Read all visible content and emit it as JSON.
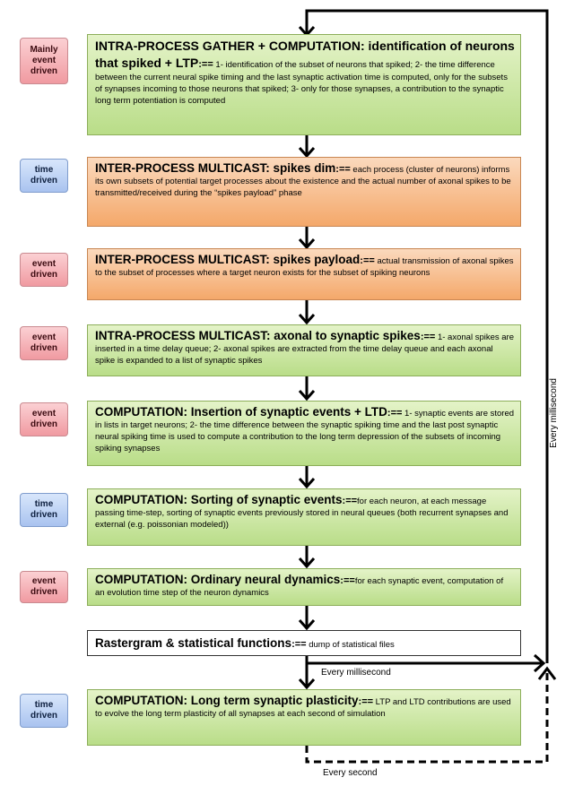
{
  "steps": [
    {
      "tag": "Mainly\nevent\ndriven",
      "tag_kind": "event",
      "title": "INTRA-PROCESS GATHER + COMPUTATION: identification of neurons that spiked + LTP",
      "sep": ":==",
      "desc": " 1- identification of the subset of neurons that spiked; 2- the time difference between the current neural spike timing and the last synaptic activation time is computed, only for the subsets of synapses incoming to those neurons that spiked; 3- only for those synapses, a contribution to the synaptic long term potentiation is computed"
    },
    {
      "tag": "time\ndriven",
      "tag_kind": "time",
      "title": "INTER-PROCESS MULTICAST: spikes dim",
      "sep": ":==",
      "desc": " each process (cluster of neurons) informs its own subsets of potential target processes about the existence and the actual number of axonal spikes to be transmitted/received during the “spikes payload” phase"
    },
    {
      "tag": "event\ndriven",
      "tag_kind": "event",
      "title": "INTER-PROCESS MULTICAST: spikes payload",
      "sep": ":==",
      "desc": " actual transmission of axonal spikes to the subset of processes where a target neuron exists for the subset of spiking neurons"
    },
    {
      "tag": "event\ndriven",
      "tag_kind": "event",
      "title": "INTRA-PROCESS MULTICAST: axonal to synaptic spikes",
      "sep": ":==",
      "desc": " 1- axonal spikes are inserted in a time delay queue; 2- axonal spikes are extracted from the time delay queue and each axonal spike is expanded to a list of synaptic spikes"
    },
    {
      "tag": "event\ndriven",
      "tag_kind": "event",
      "title": "COMPUTATION: Insertion of synaptic events + LTD",
      "sep": ":==",
      "desc": " 1- synaptic events are stored in lists in target neurons; 2- the time difference between the synaptic spiking time and the last post synaptic neural spiking time is used to compute a contribution to the long term depression of the subsets of incoming spiking synapses"
    },
    {
      "tag": "time\ndriven",
      "tag_kind": "time",
      "title": "COMPUTATION: Sorting of synaptic events",
      "sep": ":==",
      "desc": "for each neuron, at each message passing time-step, sorting of synaptic events previously stored in neural queues (both recurrent synapses and external (e.g. poissonian modeled))"
    },
    {
      "tag": "event\ndriven",
      "tag_kind": "event",
      "title": "COMPUTATION: Ordinary neural dynamics",
      "sep": ":==",
      "desc": "for each synaptic event, computation of an evolution time step of the neuron dynamics"
    },
    {
      "tag": "",
      "tag_kind": "none",
      "title": "Rastergram & statistical functions",
      "sep": ":==",
      "desc": " dump of statistical files"
    },
    {
      "tag": "time\ndriven",
      "tag_kind": "time",
      "title": "COMPUTATION: Long term synaptic plasticity",
      "sep": ":==",
      "desc": " LTP and LTD contributions are used to evolve the long term plasticity of all synapses at each second of simulation"
    }
  ],
  "labels": {
    "every_millisecond_side": "Every millisecond",
    "every_millisecond_bottom": "Every millisecond",
    "every_second": "Every second"
  },
  "colors": {
    "green_box": "#c8e6a0",
    "orange_box": "#f7bb88",
    "event_tag": "#f4b0b6",
    "time_tag": "#bcd2f4"
  }
}
